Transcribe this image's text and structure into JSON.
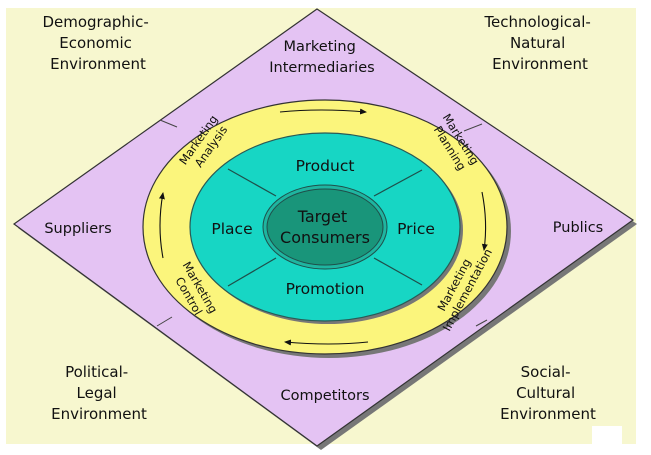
{
  "colors": {
    "background": "#f7f7cf",
    "diamond": "#e4c3f3",
    "ring": "#fbf57c",
    "mix": "#17d6c4",
    "core": "#19957a",
    "outline": "#222222",
    "shadow": "#777777"
  },
  "environments": {
    "top_left": [
      "Demographic-",
      "Economic",
      "Environment"
    ],
    "top_right": [
      "Technological-",
      "Natural",
      "Environment"
    ],
    "bottom_left": [
      "Political-",
      "Legal",
      "Environment"
    ],
    "bottom_right": [
      "Social-",
      "Cultural",
      "Environment"
    ]
  },
  "actors": {
    "top": [
      "Marketing",
      "Intermediaries"
    ],
    "left": "Suppliers",
    "right": "Publics",
    "bottom": "Competitors"
  },
  "process": {
    "analysis": [
      "Marketing",
      "Analysis"
    ],
    "planning": [
      "Marketing",
      "Planning"
    ],
    "implementation": [
      "Marketing",
      "Implementation"
    ],
    "control": [
      "Marketing",
      "Control"
    ]
  },
  "marketing_mix": {
    "top": "Product",
    "right": "Price",
    "bottom": "Promotion",
    "left": "Place"
  },
  "center": [
    "Target",
    "Consumers"
  ]
}
